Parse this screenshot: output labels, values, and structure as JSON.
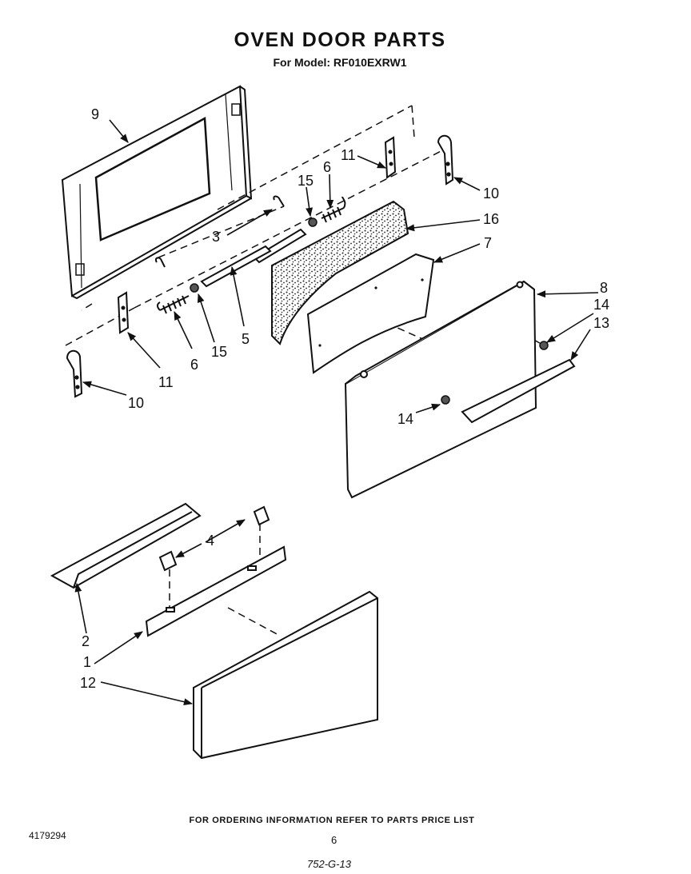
{
  "header": {
    "title": "OVEN DOOR PARTS",
    "model_line": "For Model: RF010EXRW1"
  },
  "callouts": {
    "c1": "1",
    "c2": "2",
    "c3": "3",
    "c4": "4",
    "c5": "5",
    "c6a": "6",
    "c6b": "6",
    "c7": "7",
    "c8": "8",
    "c9": "9",
    "c10a": "10",
    "c10b": "10",
    "c11a": "11",
    "c11b": "11",
    "c12": "12",
    "c13": "13",
    "c14a": "14",
    "c14b": "14",
    "c15a": "15",
    "c15b": "15",
    "c16": "16"
  },
  "footer": {
    "ordering_note": "FOR ORDERING INFORMATION REFER TO PARTS PRICE LIST",
    "doc_number": "4179294",
    "page_number": "6",
    "drawing_code": "752-G-13"
  }
}
